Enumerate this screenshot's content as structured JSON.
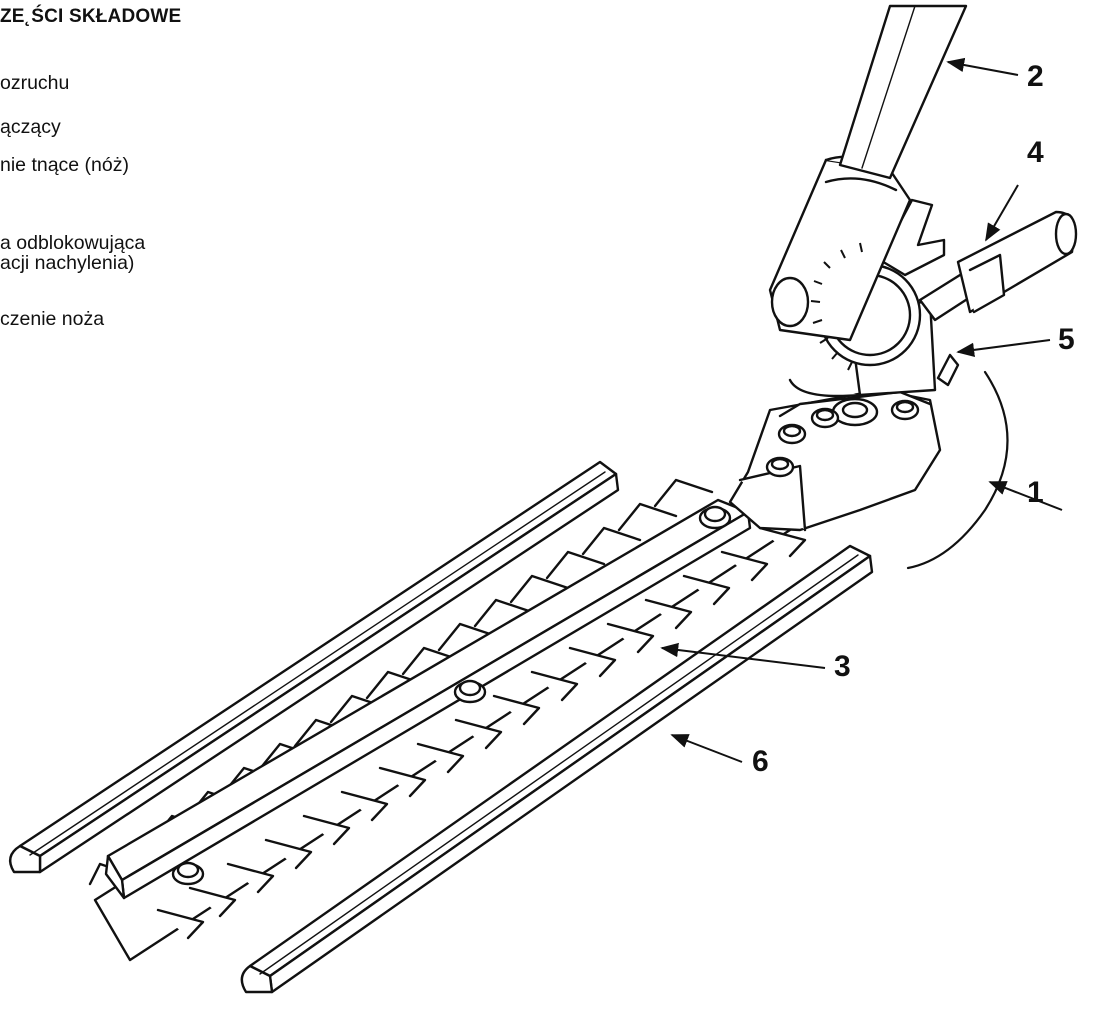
{
  "heading": "ZE˛ŚCI SKŁADOWE",
  "parts": [
    {
      "text": "ozruchu"
    },
    {
      "text": "ączący"
    },
    {
      "text": "nie tnące (nóż)"
    },
    {
      "text": "a odblokowująca"
    },
    {
      "text": "acji nachylenia)"
    },
    {
      "text": "czenie noża"
    }
  ],
  "callouts": [
    "1",
    "2",
    "3",
    "4",
    "5",
    "6"
  ],
  "colors": {
    "ink": "#111111",
    "background": "#ffffff"
  }
}
